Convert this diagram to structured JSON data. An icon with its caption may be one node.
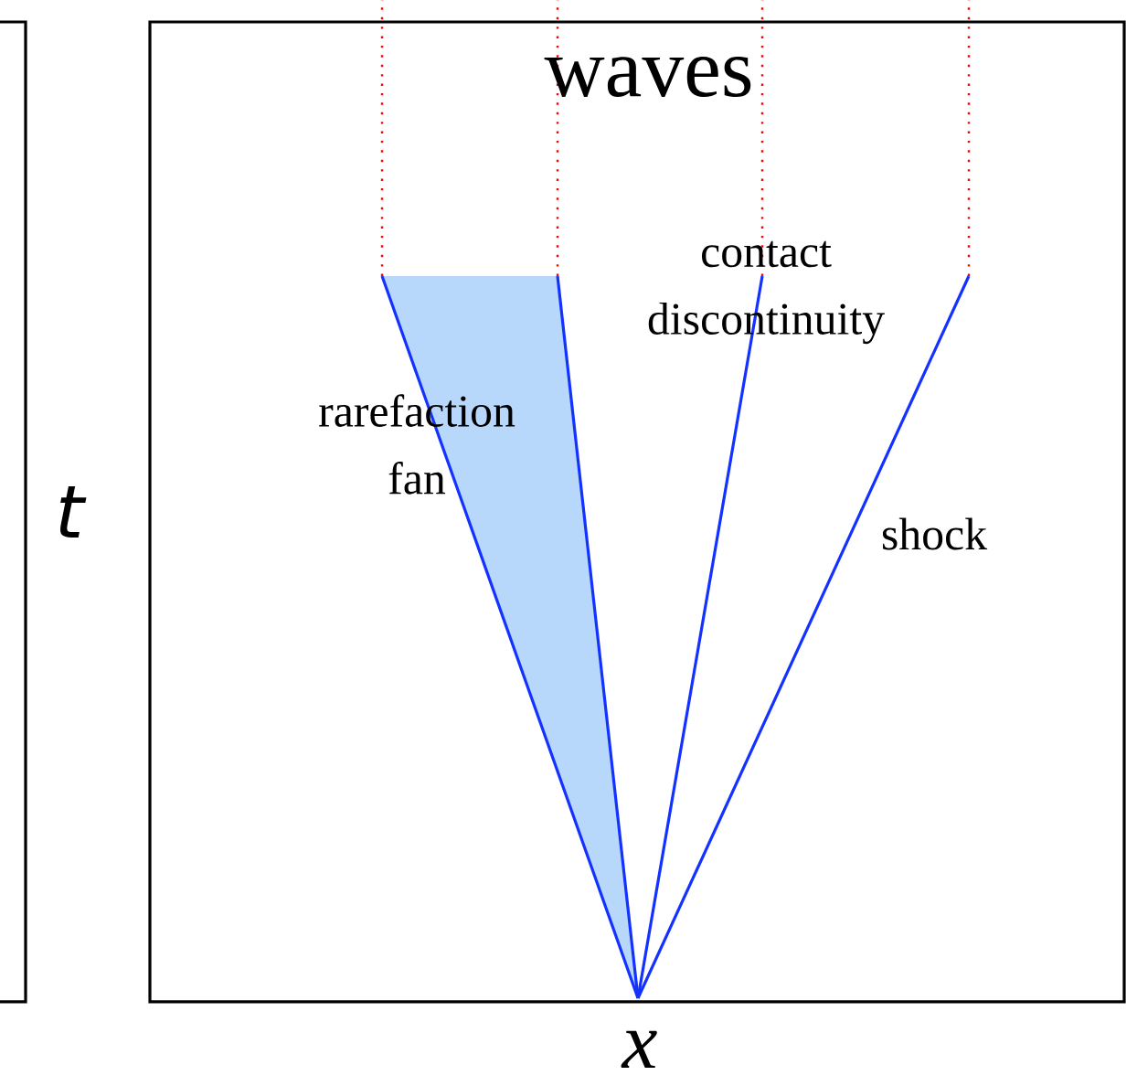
{
  "diagram": {
    "title": "waves",
    "labels": [
      "contact discontinuity",
      "rarefaction fan",
      "t",
      "shock",
      "x"
    ]
  }
}
